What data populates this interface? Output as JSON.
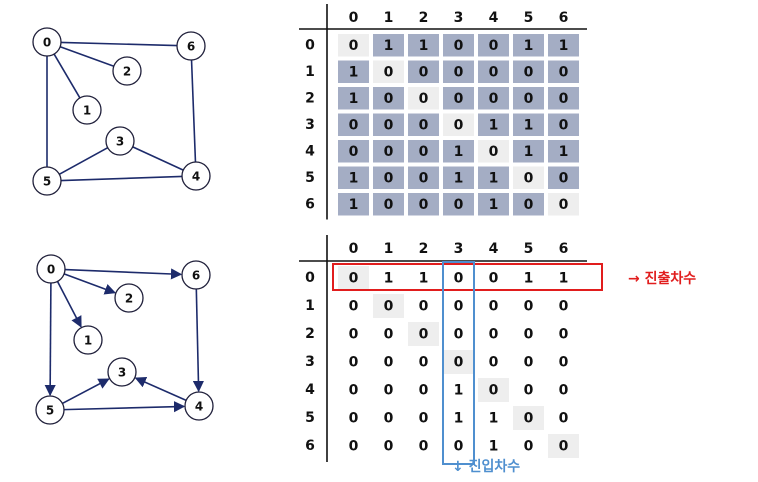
{
  "colors": {
    "cell_shaded": "#a4adc4",
    "cell_diag": "#eeeeee",
    "edge": "#1d2b6b",
    "out_degree": "#e11d1d",
    "in_degree": "#4f8fcf"
  },
  "graphs": [
    {
      "directed": false,
      "nodes": [
        "0",
        "1",
        "2",
        "3",
        "4",
        "5",
        "6"
      ],
      "edges": [
        [
          0,
          1
        ],
        [
          0,
          2
        ],
        [
          0,
          5
        ],
        [
          0,
          6
        ],
        [
          6,
          4
        ],
        [
          5,
          3
        ],
        [
          3,
          4
        ],
        [
          5,
          4
        ]
      ]
    },
    {
      "directed": true,
      "nodes": [
        "0",
        "1",
        "2",
        "3",
        "4",
        "5",
        "6"
      ],
      "edges": [
        [
          0,
          1
        ],
        [
          0,
          2
        ],
        [
          0,
          5
        ],
        [
          0,
          6
        ],
        [
          6,
          4
        ],
        [
          5,
          3
        ],
        [
          4,
          3
        ],
        [
          5,
          4
        ]
      ]
    }
  ],
  "matrices": [
    {
      "col_headers": [
        "0",
        "1",
        "2",
        "3",
        "4",
        "5",
        "6"
      ],
      "row_headers": [
        "0",
        "1",
        "2",
        "3",
        "4",
        "5",
        "6"
      ],
      "rows": [
        [
          0,
          1,
          1,
          0,
          0,
          1,
          1
        ],
        [
          1,
          0,
          0,
          0,
          0,
          0,
          0
        ],
        [
          1,
          0,
          0,
          0,
          0,
          0,
          0
        ],
        [
          0,
          0,
          0,
          0,
          1,
          1,
          0
        ],
        [
          0,
          0,
          0,
          1,
          0,
          1,
          1
        ],
        [
          1,
          0,
          0,
          1,
          1,
          0,
          0
        ],
        [
          1,
          0,
          0,
          0,
          1,
          0,
          0
        ]
      ]
    },
    {
      "col_headers": [
        "0",
        "1",
        "2",
        "3",
        "4",
        "5",
        "6"
      ],
      "row_headers": [
        "0",
        "1",
        "2",
        "3",
        "4",
        "5",
        "6"
      ],
      "rows": [
        [
          0,
          1,
          1,
          0,
          0,
          1,
          1
        ],
        [
          0,
          0,
          0,
          0,
          0,
          0,
          0
        ],
        [
          0,
          0,
          0,
          0,
          0,
          0,
          0
        ],
        [
          0,
          0,
          0,
          0,
          0,
          0,
          0
        ],
        [
          0,
          0,
          0,
          1,
          0,
          0,
          0
        ],
        [
          0,
          0,
          0,
          1,
          1,
          0,
          0
        ],
        [
          0,
          0,
          0,
          0,
          1,
          0,
          0
        ]
      ]
    }
  ],
  "annotations": {
    "out_degree_label": "→ 진출차수",
    "in_degree_label": "↓ 진입차수",
    "out_degree_row": 0,
    "in_degree_col": 3
  }
}
